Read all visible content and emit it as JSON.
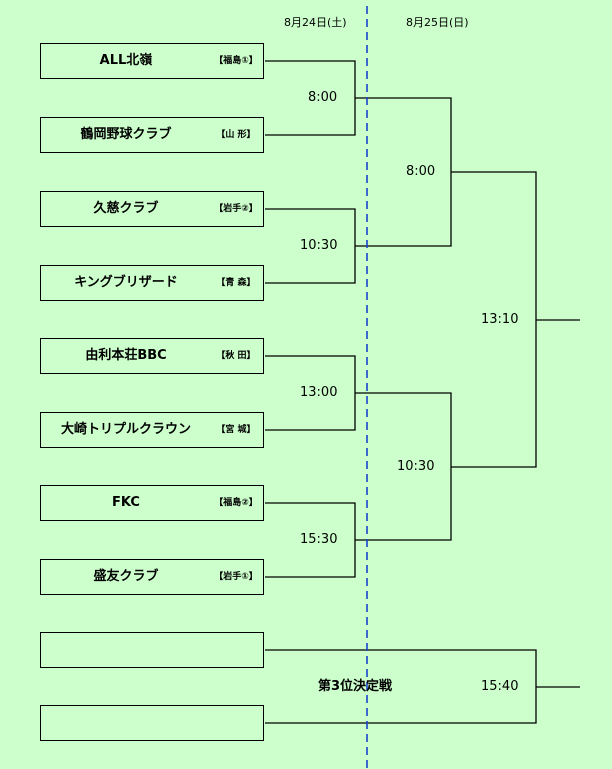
{
  "dates": {
    "day1": "8月24日(土)",
    "day2": "8月25日(日)"
  },
  "teams": [
    {
      "name": "ALL北嶺",
      "pref": "【福島①】"
    },
    {
      "name": "鶴岡野球クラブ",
      "pref": "【山 形】"
    },
    {
      "name": "久慈クラブ",
      "pref": "【岩手②】"
    },
    {
      "name": "キングブリザード",
      "pref": "【青 森】"
    },
    {
      "name": "由利本荘BBC",
      "pref": "【秋 田】"
    },
    {
      "name": "大崎トリプルクラウン",
      "pref": "【宮 城】"
    },
    {
      "name": "FKC",
      "pref": "【福島②】"
    },
    {
      "name": "盛友クラブ",
      "pref": "【岩手①】"
    },
    {
      "name": "",
      "pref": ""
    },
    {
      "name": "",
      "pref": ""
    }
  ],
  "times": {
    "r1_1": "8:00",
    "r1_2": "10:30",
    "r1_3": "13:00",
    "r1_4": "15:30",
    "r2_1": "8:00",
    "r2_2": "10:30",
    "final": "13:10",
    "third": "15:40"
  },
  "third_place_label": "第3位決定戦"
}
